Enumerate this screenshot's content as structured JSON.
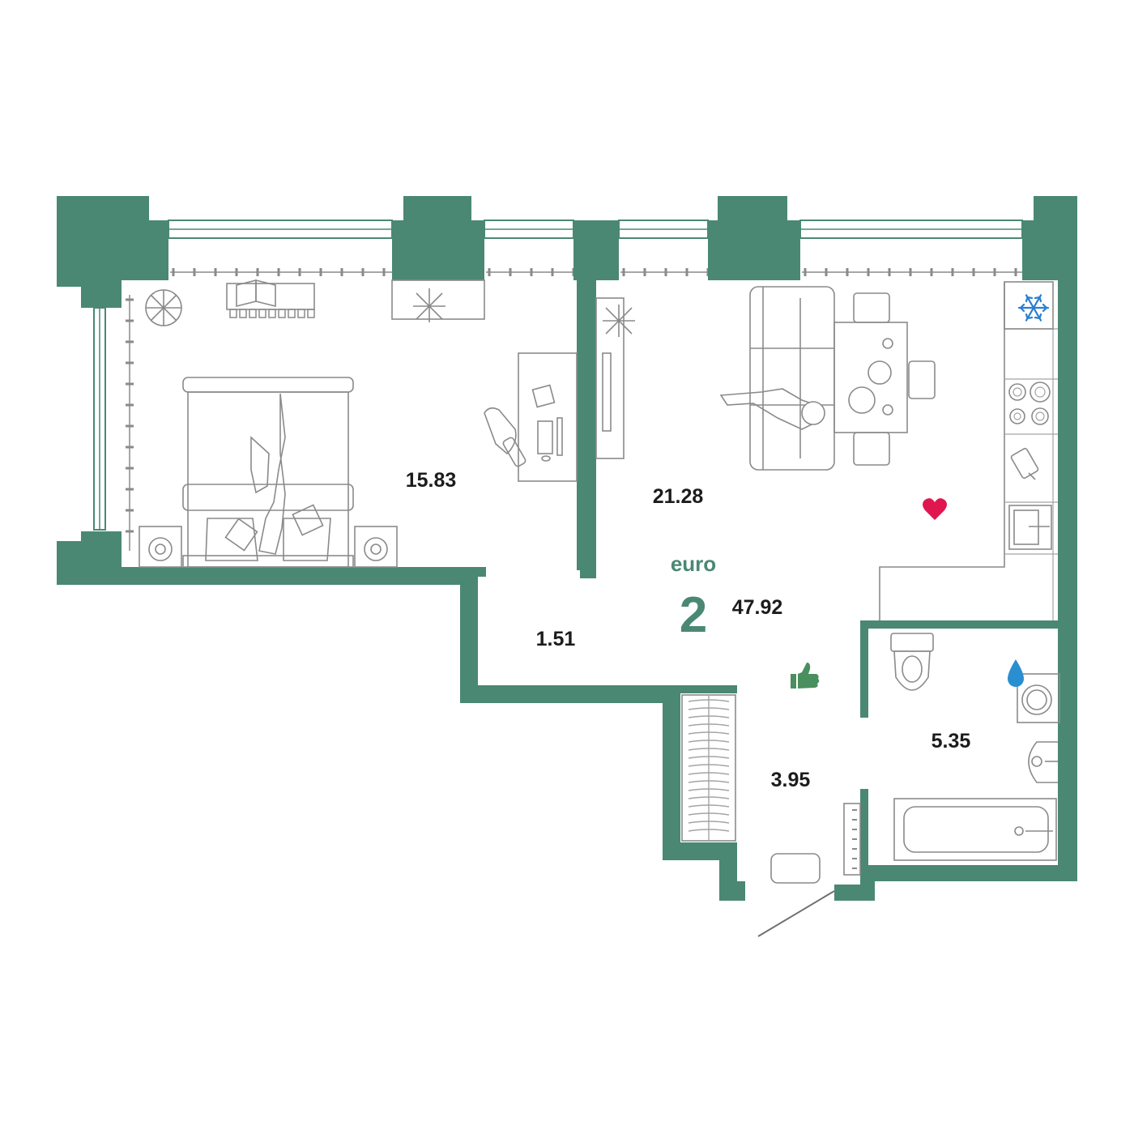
{
  "apartment": {
    "type_label": "euro",
    "rooms": "2",
    "total_area": "47.92"
  },
  "rooms": [
    {
      "id": "bedroom",
      "area": "15.83"
    },
    {
      "id": "living-kitchen",
      "area": "21.28"
    },
    {
      "id": "corridor",
      "area": "1.51"
    },
    {
      "id": "hallway",
      "area": "3.95"
    },
    {
      "id": "bathroom",
      "area": "5.35"
    }
  ],
  "icons": {
    "fridge": "snowflake-icon",
    "favorite": "heart-icon",
    "water": "water-drop-icon",
    "like": "thumbs-up-icon"
  },
  "colors": {
    "wall": "#4a8874",
    "accent_text": "#4a8874",
    "heart": "#e0174f",
    "water": "#2a8fd0",
    "snowflake": "#2a7fd0",
    "area_text": "#1c1c1c"
  }
}
